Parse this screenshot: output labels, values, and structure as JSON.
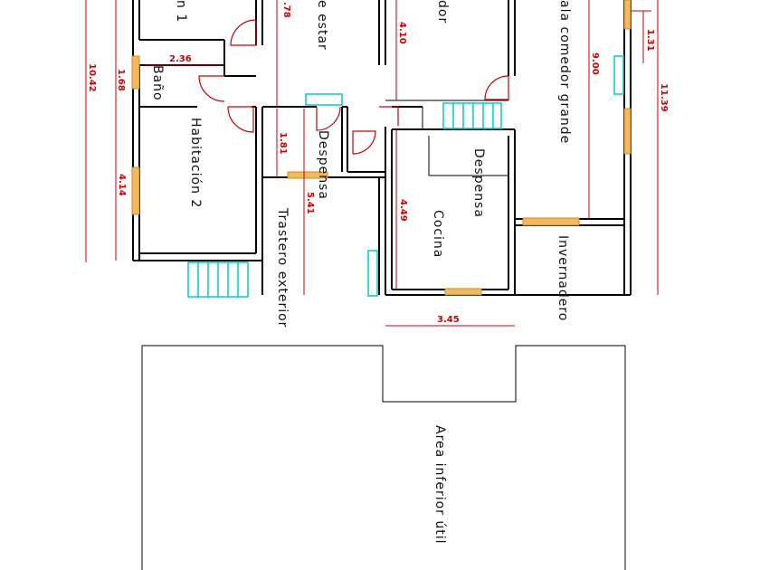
{
  "rooms": {
    "habitacion1": "n 1",
    "sala_estar": "e estar",
    "comedor": "dor",
    "sala_comedor": "ala comedor grande",
    "bano": "Baño",
    "habitacion2": "Habitación 2",
    "despensa1": "Despensa",
    "despensa2": "Despensa",
    "cocina": "Cocina",
    "trastero": "Trastero exterior",
    "invernadero": "Invernadero",
    "area_inferior": "Area inferior útil"
  },
  "dims": {
    "d178": ".78",
    "d410": "4.10",
    "d900": "9.00",
    "d131": "1.31",
    "d236": "2.36",
    "d168": "1.68",
    "d1042": "10.42",
    "d1139": "11.39",
    "d181": "1.81",
    "d414": "4.14",
    "d541": "5.41",
    "d449": "4.49",
    "d345": "3.45"
  }
}
